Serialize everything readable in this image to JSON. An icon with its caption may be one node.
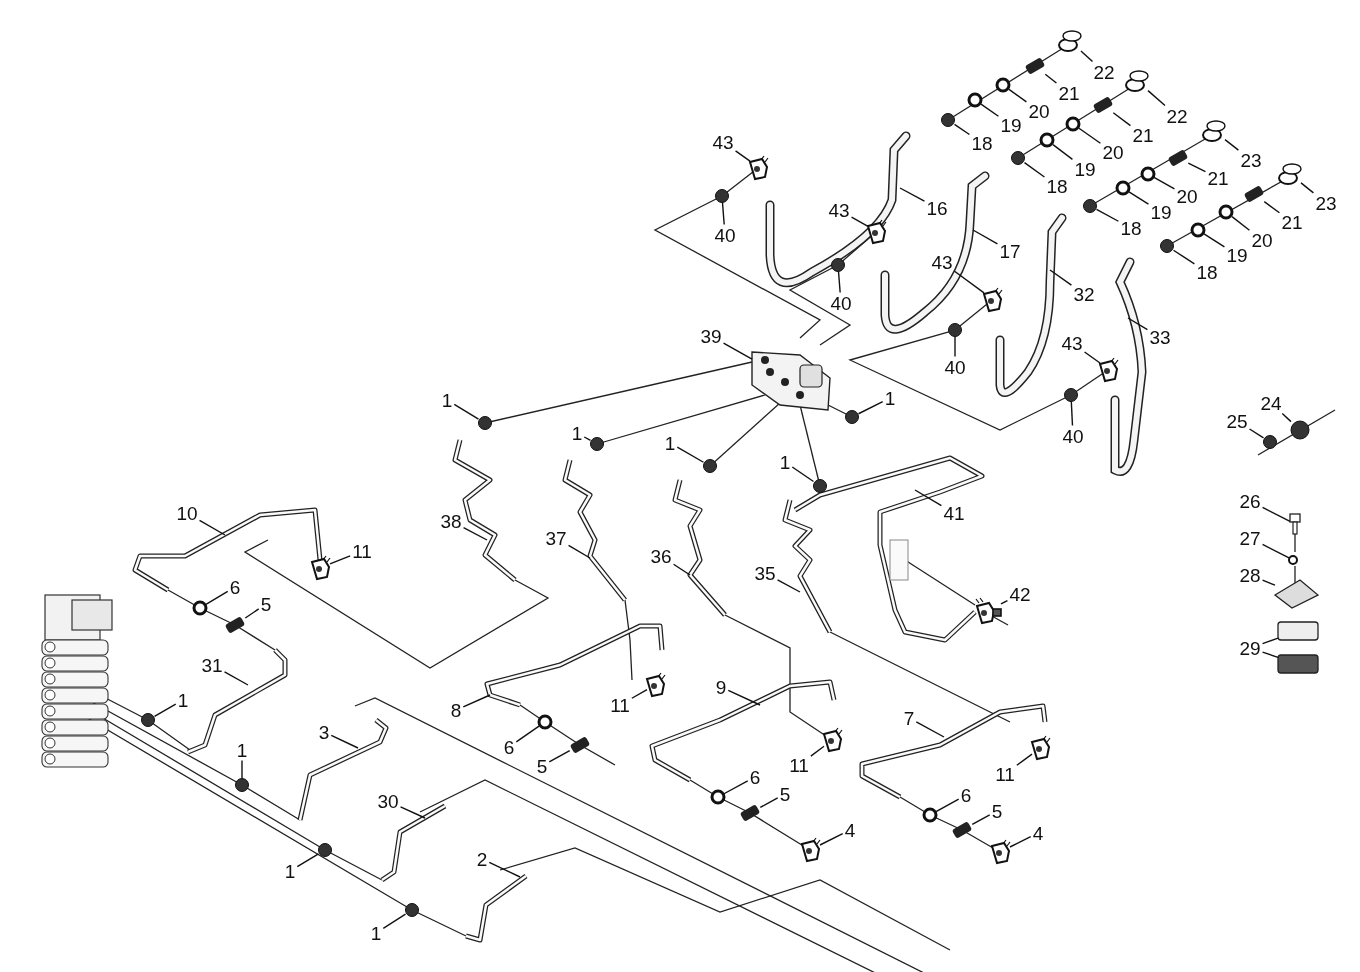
{
  "diagram": {
    "nodes": [
      {
        "text": [
          "43"
        ]
      },
      {
        "text": [
          "40"
        ]
      },
      {
        "text": [
          "16"
        ]
      },
      {
        "text": [
          "18"
        ]
      },
      {
        "text": [
          "19"
        ]
      },
      {
        "text": [
          "20"
        ]
      },
      {
        "text": [
          "21"
        ]
      },
      {
        "text": [
          "22"
        ]
      },
      {
        "text": [
          "22"
        ]
      },
      {
        "text": [
          "21"
        ]
      },
      {
        "text": [
          "20"
        ]
      },
      {
        "text": [
          "19"
        ]
      },
      {
        "text": [
          "18"
        ]
      },
      {
        "text": [
          "43"
        ]
      },
      {
        "text": [
          "40"
        ]
      },
      {
        "text": [
          "17"
        ]
      },
      {
        "text": [
          "23"
        ]
      },
      {
        "text": [
          "21"
        ]
      },
      {
        "text": [
          "20"
        ]
      },
      {
        "text": [
          "19"
        ]
      },
      {
        "text": [
          "18"
        ]
      },
      {
        "text": [
          "23"
        ]
      },
      {
        "text": [
          "21"
        ]
      },
      {
        "text": [
          "20"
        ]
      },
      {
        "text": [
          "19"
        ]
      },
      {
        "text": [
          "18"
        ]
      },
      {
        "text": [
          "43"
        ]
      },
      {
        "text": [
          "40"
        ]
      },
      {
        "text": [
          "32"
        ]
      },
      {
        "text": [
          "33"
        ]
      },
      {
        "text": [
          "43"
        ]
      },
      {
        "text": [
          "40"
        ]
      },
      {
        "text": [
          "39"
        ]
      },
      {
        "text": [
          "24"
        ]
      },
      {
        "text": [
          "25"
        ]
      },
      {
        "text": [
          "1"
        ]
      },
      {
        "text": [
          "1"
        ]
      },
      {
        "text": [
          "1"
        ]
      },
      {
        "text": [
          "1"
        ]
      },
      {
        "text": [
          "1"
        ]
      },
      {
        "text": [
          "41"
        ]
      },
      {
        "text": [
          "38"
        ]
      },
      {
        "text": [
          "37"
        ]
      },
      {
        "text": [
          "36"
        ]
      },
      {
        "text": [
          "35"
        ]
      },
      {
        "text": [
          "42"
        ]
      },
      {
        "text": [
          "26"
        ]
      },
      {
        "text": [
          "27"
        ]
      },
      {
        "text": [
          "28"
        ]
      },
      {
        "text": [
          "29"
        ]
      },
      {
        "text": [
          "10"
        ]
      },
      {
        "text": [
          "11"
        ]
      },
      {
        "text": [
          "6"
        ]
      },
      {
        "text": [
          "5"
        ]
      },
      {
        "text": [
          "31"
        ]
      },
      {
        "text": [
          "1"
        ]
      },
      {
        "text": [
          "1"
        ]
      },
      {
        "text": [
          "3"
        ]
      },
      {
        "text": [
          "30"
        ]
      },
      {
        "text": [
          "1"
        ]
      },
      {
        "text": [
          "2"
        ]
      },
      {
        "text": [
          "1"
        ]
      },
      {
        "text": [
          "8"
        ]
      },
      {
        "text": [
          "11"
        ]
      },
      {
        "text": [
          "6"
        ]
      },
      {
        "text": [
          "5"
        ]
      },
      {
        "text": [
          "9"
        ]
      },
      {
        "text": [
          "11"
        ]
      },
      {
        "text": [
          "6"
        ]
      },
      {
        "text": [
          "5"
        ]
      },
      {
        "text": [
          "4"
        ]
      },
      {
        "text": [
          "7"
        ]
      },
      {
        "text": [
          "11"
        ]
      },
      {
        "text": [
          "6"
        ]
      },
      {
        "text": [
          "5"
        ]
      },
      {
        "text": [
          "4"
        ]
      },
      {
        "text": [],
        "shape": "picture"
      },
      {
        "text": [],
        "shape": "circle"
      },
      {
        "text": [],
        "shape": "circle"
      },
      {
        "text": [],
        "shape": "circle"
      },
      {
        "text": [],
        "shape": "circle"
      },
      {
        "text": [],
        "shape": "box"
      },
      {
        "text": [],
        "shape": "picture"
      },
      {
        "text": [],
        "shape": "picture"
      },
      {
        "text": [],
        "shape": "box"
      },
      {
        "text": [],
        "shape": "circle"
      },
      {
        "text": [],
        "shape": "circle"
      },
      {
        "text": [],
        "shape": "circle"
      },
      {
        "text": [],
        "shape": "picture"
      },
      {
        "text": [],
        "shape": "circle"
      },
      {
        "text": [],
        "shape": "picture"
      },
      {
        "text": [],
        "shape": "box"
      },
      {
        "text": [],
        "shape": "circle"
      },
      {
        "text": [],
        "shape": "circle"
      },
      {
        "text": [],
        "shape": "circle"
      },
      {
        "text": [],
        "shape": "picture"
      },
      {
        "text": [],
        "shape": "box"
      },
      {
        "text": [],
        "shape": "circle"
      },
      {
        "text": [],
        "shape": "circle"
      },
      {
        "text": [],
        "shape": "circle"
      },
      {
        "text": [],
        "shape": "picture"
      },
      {
        "text": [],
        "shape": "circle"
      },
      {
        "text": [],
        "shape": "picture"
      },
      {
        "text": [],
        "shape": "circle"
      },
      {
        "text": [],
        "shape": "picture"
      },
      {
        "text": [],
        "shape": "circle"
      },
      {
        "text": [],
        "shape": "circle"
      },
      {
        "text": [],
        "shape": "circle"
      },
      {
        "text": [],
        "shape": "circle"
      },
      {
        "text": [],
        "shape": "circle"
      },
      {
        "text": [],
        "shape": "circle"
      },
      {
        "text": [],
        "shape": "circle"
      },
      {
        "text": [],
        "shape": "picture"
      },
      {
        "text": [],
        "shape": "picture"
      },
      {
        "text": [],
        "shape": "circle"
      },
      {
        "text": [],
        "shape": "diamond"
      },
      {
        "text": [],
        "shape": "box"
      },
      {
        "text": [],
        "shape": "picture"
      },
      {
        "text": [],
        "shape": "circle"
      },
      {
        "text": [],
        "shape": "box"
      },
      {
        "text": [],
        "shape": "circle"
      },
      {
        "text": [],
        "shape": "circle"
      },
      {
        "text": [],
        "shape": "circle"
      },
      {
        "text": [],
        "shape": "circle"
      },
      {
        "text": [],
        "shape": "picture"
      },
      {
        "text": [],
        "shape": "circle"
      },
      {
        "text": [],
        "shape": "box"
      },
      {
        "text": [],
        "shape": "picture"
      },
      {
        "text": [],
        "shape": "circle"
      },
      {
        "text": [],
        "shape": "box"
      },
      {
        "text": [],
        "shape": "picture"
      },
      {
        "text": [],
        "shape": "picture"
      },
      {
        "text": [],
        "shape": "circle"
      },
      {
        "text": [],
        "shape": "box"
      },
      {
        "text": [],
        "shape": "picture"
      },
      {
        "text": [],
        "shape": "box"
      }
    ],
    "edges": [
      {
        "from": 0,
        "to": 76,
        "arrow": "none"
      },
      {
        "from": 1,
        "to": 77,
        "arrow": "none"
      },
      {
        "from": 2,
        "to": null,
        "arrow": "none"
      },
      {
        "from": 3,
        "to": 78,
        "arrow": "none"
      },
      {
        "from": 4,
        "to": 79,
        "arrow": "none"
      },
      {
        "from": 5,
        "to": 80,
        "arrow": "none"
      },
      {
        "from": 6,
        "to": 81,
        "arrow": "none"
      },
      {
        "from": 7,
        "to": 82,
        "arrow": "none"
      },
      {
        "from": 8,
        "to": 83,
        "arrow": "none"
      },
      {
        "from": 9,
        "to": 84,
        "arrow": "none"
      },
      {
        "from": 10,
        "to": 85,
        "arrow": "none"
      },
      {
        "from": 11,
        "to": 86,
        "arrow": "none"
      },
      {
        "from": 12,
        "to": 87,
        "arrow": "none"
      },
      {
        "from": 13,
        "to": 88,
        "arrow": "none"
      },
      {
        "from": 14,
        "to": 89,
        "arrow": "none"
      },
      {
        "from": 15,
        "to": null,
        "arrow": "none"
      },
      {
        "from": 16,
        "to": 90,
        "arrow": "none"
      },
      {
        "from": 17,
        "to": 91,
        "arrow": "none"
      },
      {
        "from": 18,
        "to": 92,
        "arrow": "none"
      },
      {
        "from": 19,
        "to": 93,
        "arrow": "none"
      },
      {
        "from": 20,
        "to": 94,
        "arrow": "none"
      },
      {
        "from": 21,
        "to": 95,
        "arrow": "none"
      },
      {
        "from": 22,
        "to": 96,
        "arrow": "none"
      },
      {
        "from": 23,
        "to": 97,
        "arrow": "none"
      },
      {
        "from": 24,
        "to": 98,
        "arrow": "none"
      },
      {
        "from": 25,
        "to": 99,
        "arrow": "none"
      },
      {
        "from": 26,
        "to": 100,
        "arrow": "none"
      },
      {
        "from": 27,
        "to": 101,
        "arrow": "none"
      },
      {
        "from": 28,
        "to": null,
        "arrow": "none"
      },
      {
        "from": 29,
        "to": null,
        "arrow": "none"
      },
      {
        "from": 30,
        "to": 102,
        "arrow": "none"
      },
      {
        "from": 31,
        "to": 103,
        "arrow": "none"
      },
      {
        "from": 32,
        "to": 104,
        "arrow": "none"
      },
      {
        "from": 33,
        "to": 105,
        "arrow": "none"
      },
      {
        "from": 34,
        "to": 106,
        "arrow": "none"
      },
      {
        "from": 35,
        "to": 107,
        "arrow": "none"
      },
      {
        "from": 36,
        "to": 108,
        "arrow": "none"
      },
      {
        "from": 37,
        "to": 109,
        "arrow": "none"
      },
      {
        "from": 38,
        "to": 110,
        "arrow": "none"
      },
      {
        "from": 39,
        "to": 111,
        "arrow": "none"
      },
      {
        "from": 40,
        "to": null,
        "arrow": "none"
      },
      {
        "from": 41,
        "to": null,
        "arrow": "none"
      },
      {
        "from": 42,
        "to": null,
        "arrow": "none"
      },
      {
        "from": 43,
        "to": null,
        "arrow": "none"
      },
      {
        "from": 44,
        "to": null,
        "arrow": "none"
      },
      {
        "from": 45,
        "to": 112,
        "arrow": "none"
      },
      {
        "from": 46,
        "to": 113,
        "arrow": "none"
      },
      {
        "from": 47,
        "to": 114,
        "arrow": "none"
      },
      {
        "from": 48,
        "to": 115,
        "arrow": "none"
      },
      {
        "from": 49,
        "to": 116,
        "arrow": "none"
      },
      {
        "from": 50,
        "to": null,
        "arrow": "none"
      },
      {
        "from": 51,
        "to": 117,
        "arrow": "none"
      },
      {
        "from": 52,
        "to": 118,
        "arrow": "none"
      },
      {
        "from": 53,
        "to": 119,
        "arrow": "none"
      },
      {
        "from": 54,
        "to": null,
        "arrow": "none"
      },
      {
        "from": 55,
        "to": 120,
        "arrow": "none"
      },
      {
        "from": 56,
        "to": 121,
        "arrow": "none"
      },
      {
        "from": 57,
        "to": null,
        "arrow": "none"
      },
      {
        "from": 58,
        "to": null,
        "arrow": "none"
      },
      {
        "from": 59,
        "to": 122,
        "arrow": "none"
      },
      {
        "from": 60,
        "to": null,
        "arrow": "none"
      },
      {
        "from": 61,
        "to": 123,
        "arrow": "none"
      },
      {
        "from": 62,
        "to": null,
        "arrow": "none"
      },
      {
        "from": 63,
        "to": 124,
        "arrow": "none"
      },
      {
        "from": 64,
        "to": 125,
        "arrow": "none"
      },
      {
        "from": 65,
        "to": 126,
        "arrow": "none"
      },
      {
        "from": 66,
        "to": null,
        "arrow": "none"
      },
      {
        "from": 67,
        "to": 127,
        "arrow": "none"
      },
      {
        "from": 68,
        "to": 128,
        "arrow": "none"
      },
      {
        "from": 69,
        "to": 129,
        "arrow": "none"
      },
      {
        "from": 70,
        "to": 130,
        "arrow": "none"
      },
      {
        "from": 71,
        "to": null,
        "arrow": "none"
      },
      {
        "from": 72,
        "to": 131,
        "arrow": "none"
      },
      {
        "from": 73,
        "to": 132,
        "arrow": "none"
      },
      {
        "from": 74,
        "to": 133,
        "arrow": "none"
      },
      {
        "from": 75,
        "to": 134,
        "arrow": "none"
      },
      {
        "from": 49,
        "to": 135,
        "arrow": "none"
      }
    ]
  }
}
